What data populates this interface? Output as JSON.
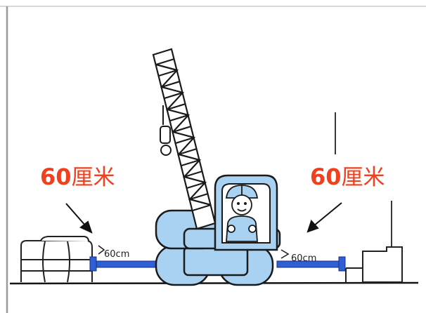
{
  "callouts": {
    "left": {
      "value": "60",
      "unit": "厘米"
    },
    "right": {
      "value": "60",
      "unit": "厘米"
    }
  },
  "colors": {
    "callout_text": "#f0401e",
    "machine_fill": "#a9d2f2",
    "outrigger_beam": "#2f5fd6",
    "ink": "#141414",
    "frame_line": "#cccccc"
  },
  "handwritten_marks": [
    "60cm",
    "60cm"
  ],
  "icons": [
    "crane-boom",
    "crane-cab",
    "operator-figure",
    "crawler-tracks",
    "outrigger-pads",
    "arrow-down-right",
    "arrow-down-left"
  ]
}
